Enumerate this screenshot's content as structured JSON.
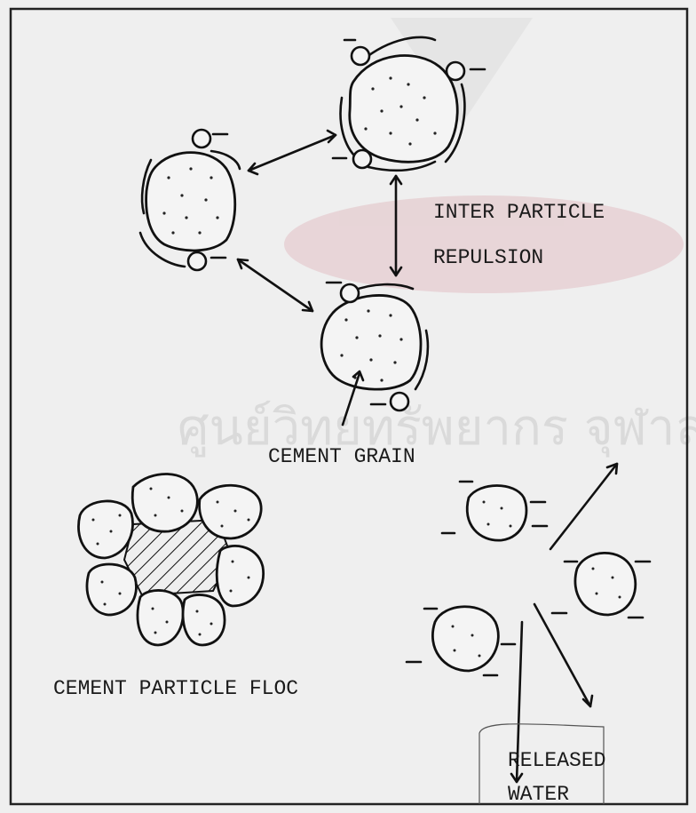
{
  "labels": {
    "inter_particle_1": "INTER PARTICLE",
    "inter_particle_2": "REPULSION",
    "cement_grain": "CEMENT GRAIN",
    "floc": "CEMENT PARTICLE FLOC",
    "released_1": "RELEASED",
    "released_2": "WATER"
  },
  "watermark": "ศูนย์วิทยทรัพยากร จุฬาลงกรณ์มหาวิทยาลัย"
}
